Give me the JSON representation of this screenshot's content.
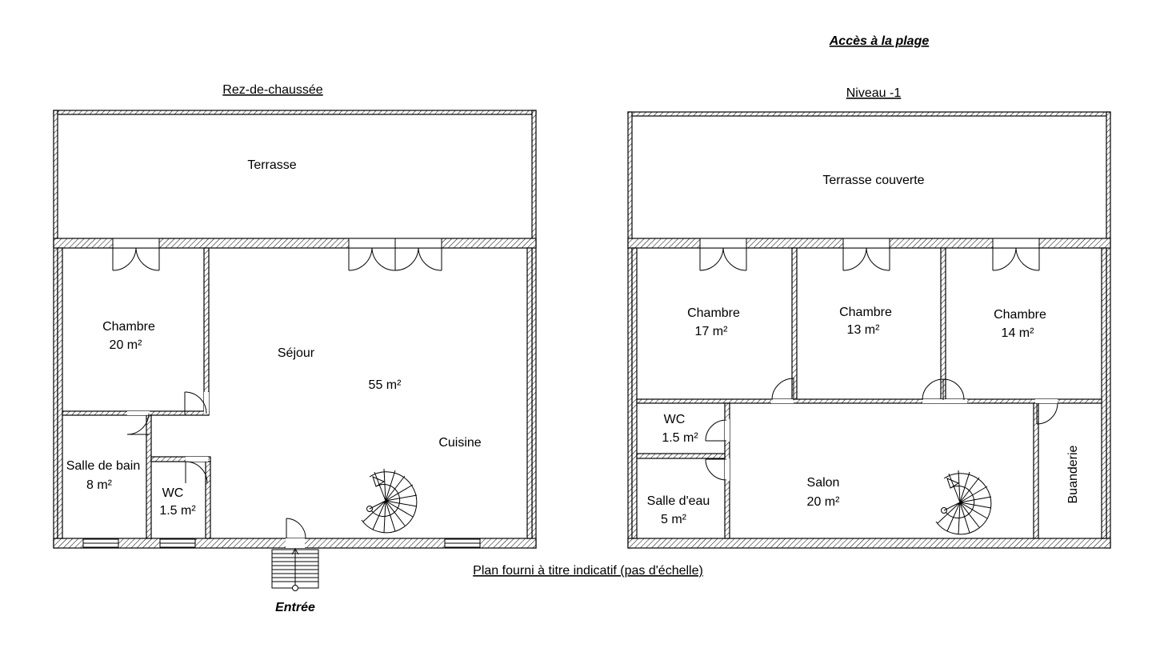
{
  "titles": {
    "ground_floor": "Rez-de-chaussée",
    "lower_floor": "Niveau -1",
    "beach_access": "Accès à la plage",
    "entrance": "Entrée",
    "disclaimer": "Plan fourni à titre indicatif (pas d'échelle)"
  },
  "ground_floor": {
    "terrace": "Terrasse",
    "bedroom": {
      "name": "Chambre",
      "area": "20 m²"
    },
    "living": {
      "name": "Séjour",
      "area": "55 m²"
    },
    "kitchen": "Cuisine",
    "bathroom": {
      "name": "Salle de bain",
      "area": "8 m²"
    },
    "wc": {
      "name": "WC",
      "area": "1.5 m²"
    }
  },
  "lower_floor": {
    "covered_terrace": "Terrasse couverte",
    "bedroom1": {
      "name": "Chambre",
      "area": "17 m²"
    },
    "bedroom2": {
      "name": "Chambre",
      "area": "13 m²"
    },
    "bedroom3": {
      "name": "Chambre",
      "area": "14 m²"
    },
    "wc": {
      "name": "WC",
      "area": "1.5 m²"
    },
    "shower_room": {
      "name": "Salle d'eau",
      "area": "5 m²"
    },
    "lounge": {
      "name": "Salon",
      "area": "20 m²"
    },
    "laundry": "Buanderie"
  }
}
